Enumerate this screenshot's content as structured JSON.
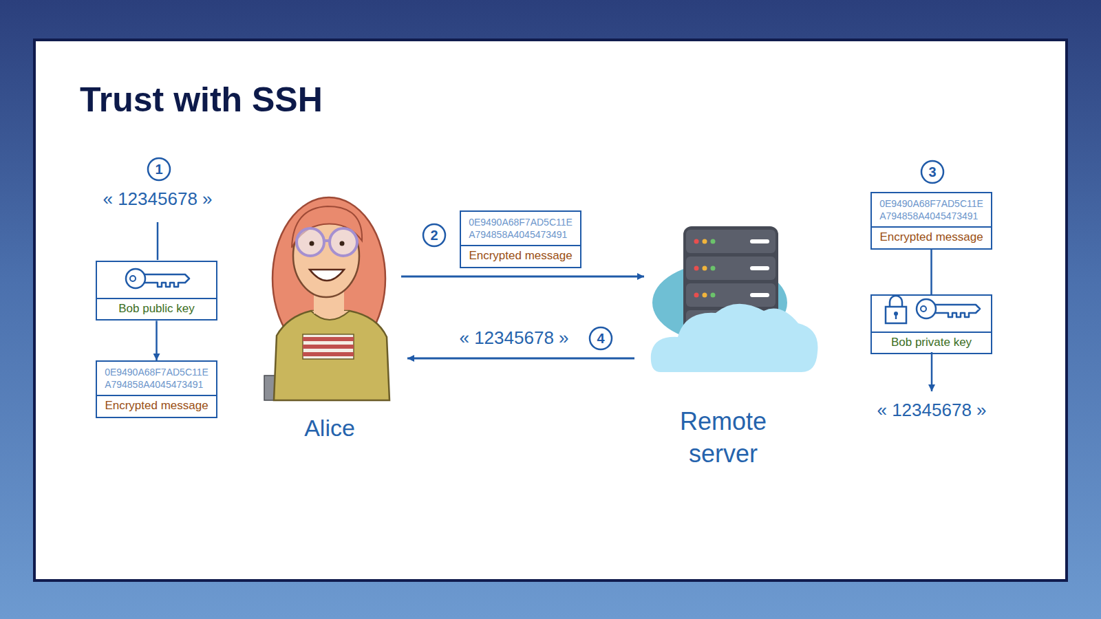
{
  "diagram": {
    "title": "Trust with SSH",
    "nodes": [
      {
        "text": [
          "Bob public key"
        ]
      },
      {
        "text": [
          "0E9490A68F7AD5C11E A794858A4045473491",
          "Encrypted message"
        ]
      },
      {
        "text": [
          "0E9490A68F7AD5C11E A794858A4045473491",
          "Encrypted message"
        ]
      },
      {
        "text": [
          "0E9490A68F7AD5C11E A794858A4045473491",
          "Encrypted message"
        ]
      },
      {
        "text": [
          "Bob private key"
        ]
      }
    ],
    "edges": [
      {
        "from": 0,
        "to": 1,
        "arrow": "to"
      },
      {
        "from": 3,
        "to": 4,
        "arrow": "none"
      }
    ],
    "labels": [
      "1",
      "« 12345678 »",
      "2",
      "Alice",
      "« 12345678 »",
      "4",
      "Remote server",
      "3",
      "« 12345678 »"
    ]
  }
}
